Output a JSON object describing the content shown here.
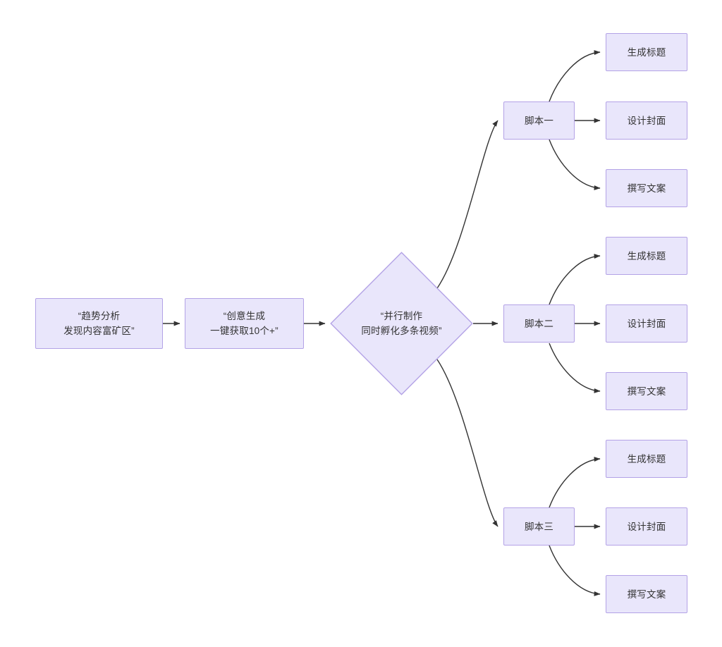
{
  "diagram": {
    "type": "flowchart",
    "direction": "left-to-right",
    "theme": {
      "node_fill": "#e9e6fb",
      "node_border": "#b3a2e6",
      "edge_color": "#333333",
      "text_color": "#333333",
      "background": "#ffffff"
    },
    "nodes": {
      "trend_analysis": {
        "label": "“趋势分析\n发现内容富矿区”",
        "shape": "rect"
      },
      "idea_generation": {
        "label": "“创意生成\n一键获取10个+”",
        "shape": "rect"
      },
      "parallel_production": {
        "label": "“并行制作\n同时孵化多条视频”",
        "shape": "diamond"
      },
      "script_one": {
        "label": "脚本一",
        "shape": "rect"
      },
      "script_two": {
        "label": "脚本二",
        "shape": "rect"
      },
      "script_three": {
        "label": "脚本三",
        "shape": "rect"
      },
      "s1_title": {
        "label": "生成标题",
        "shape": "rect"
      },
      "s1_cover": {
        "label": "设计封面",
        "shape": "rect"
      },
      "s1_copy": {
        "label": "撰写文案",
        "shape": "rect"
      },
      "s2_title": {
        "label": "生成标题",
        "shape": "rect"
      },
      "s2_cover": {
        "label": "设计封面",
        "shape": "rect"
      },
      "s2_copy": {
        "label": "撰写文案",
        "shape": "rect"
      },
      "s3_title": {
        "label": "生成标题",
        "shape": "rect"
      },
      "s3_cover": {
        "label": "设计封面",
        "shape": "rect"
      },
      "s3_copy": {
        "label": "撰写文案",
        "shape": "rect"
      }
    },
    "edges": [
      {
        "from": "trend_analysis",
        "to": "idea_generation",
        "style": "straight"
      },
      {
        "from": "idea_generation",
        "to": "parallel_production",
        "style": "straight"
      },
      {
        "from": "parallel_production",
        "to": "script_one",
        "style": "curved"
      },
      {
        "from": "parallel_production",
        "to": "script_two",
        "style": "straight"
      },
      {
        "from": "parallel_production",
        "to": "script_three",
        "style": "curved"
      },
      {
        "from": "script_one",
        "to": "s1_title",
        "style": "curved"
      },
      {
        "from": "script_one",
        "to": "s1_cover",
        "style": "straight"
      },
      {
        "from": "script_one",
        "to": "s1_copy",
        "style": "curved"
      },
      {
        "from": "script_two",
        "to": "s2_title",
        "style": "curved"
      },
      {
        "from": "script_two",
        "to": "s2_cover",
        "style": "straight"
      },
      {
        "from": "script_two",
        "to": "s2_copy",
        "style": "curved"
      },
      {
        "from": "script_three",
        "to": "s3_title",
        "style": "curved"
      },
      {
        "from": "script_three",
        "to": "s3_cover",
        "style": "straight"
      },
      {
        "from": "script_three",
        "to": "s3_copy",
        "style": "curved"
      }
    ]
  }
}
